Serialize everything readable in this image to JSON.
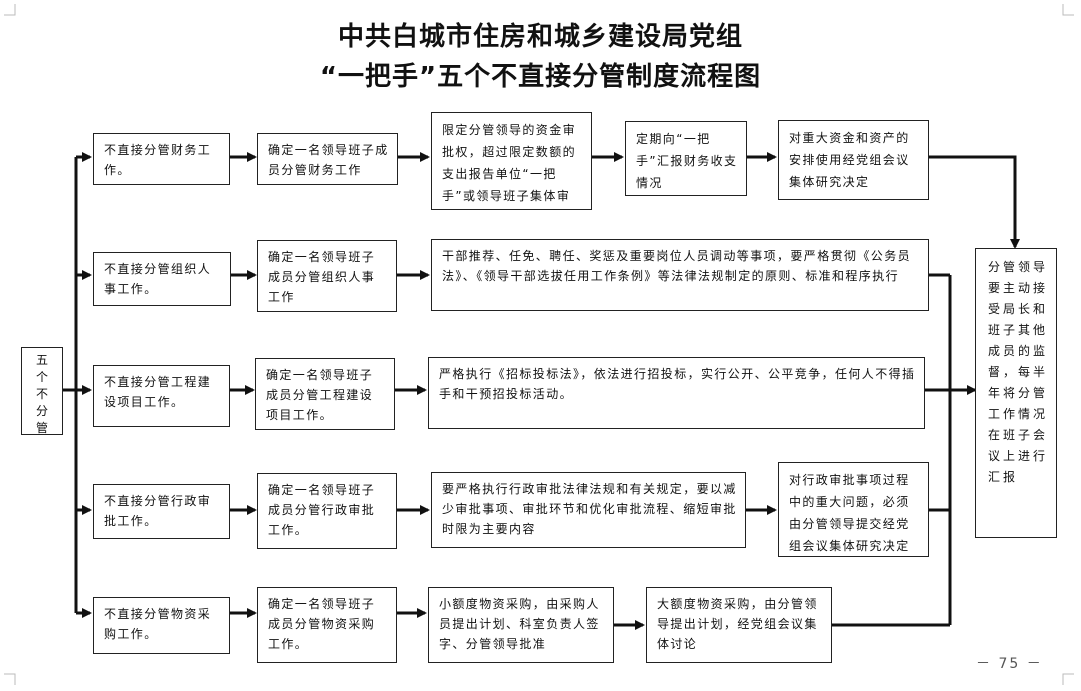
{
  "title": {
    "line1": "中共白城市住房和城乡建设局党组",
    "line2": "“一把手”五个不直接分管制度流程图"
  },
  "root": [
    "五",
    "个",
    "不",
    "分",
    "管"
  ],
  "rows": [
    {
      "category": "不直接分管财务工作。",
      "assign": "确定一名领导班子成员分管财务工作",
      "steps": [
        "限定分管领导的资金审批权，超过限定数额的支出报告单位“一把手”或领导班子集体审批",
        "定期向“一把手”汇报财务收支情况",
        "对重大资金和资产的安排使用经党组会议集体研究决定"
      ]
    },
    {
      "category": "不直接分管组织人事工作。",
      "assign": "确定一名领导班子成员分管组织人事工作",
      "steps": [
        "干部推荐、任免、聘任、奖惩及重要岗位人员调动等事项，要严格贯彻《公务员法》、《领导干部选拔任用工作条例》等法律法规制定的原则、标准和程序执行"
      ]
    },
    {
      "category": "不直接分管工程建设项目工作。",
      "assign": "确定一名领导班子成员分管工程建设项目工作。",
      "steps": [
        "严格执行《招标投标法》，依法进行招投标，实行公开、公平竞争，任何人不得插手和干预招投标活动。"
      ]
    },
    {
      "category": "不直接分管行政审批工作。",
      "assign": "确定一名领导班子成员分管行政审批工作。",
      "steps": [
        "要严格执行行政审批法律法规和有关规定，要以减少审批事项、审批环节和优化审批流程、缩短审批时限为主要内容",
        "对行政审批事项过程中的重大问题，必须由分管领导提交经党组会议集体研究决定"
      ]
    },
    {
      "category": "不直接分管物资采购工作。",
      "assign": "确定一名领导班子成员分管物资采购工作。",
      "steps": [
        "小额度物资采购，由采购人员提出计划、科室负责人签字、分管领导批准",
        "大额度物资采购，由分管领导提出计划，经党组会议集体讨论"
      ]
    }
  ],
  "final": "分管领导要主动接受局长和班子其他成员的监督，每半年将分管工作情况在班子会议上进行汇报",
  "page_number": "－ 75 －",
  "colors": {
    "line": "#111111",
    "border": "#222222"
  }
}
